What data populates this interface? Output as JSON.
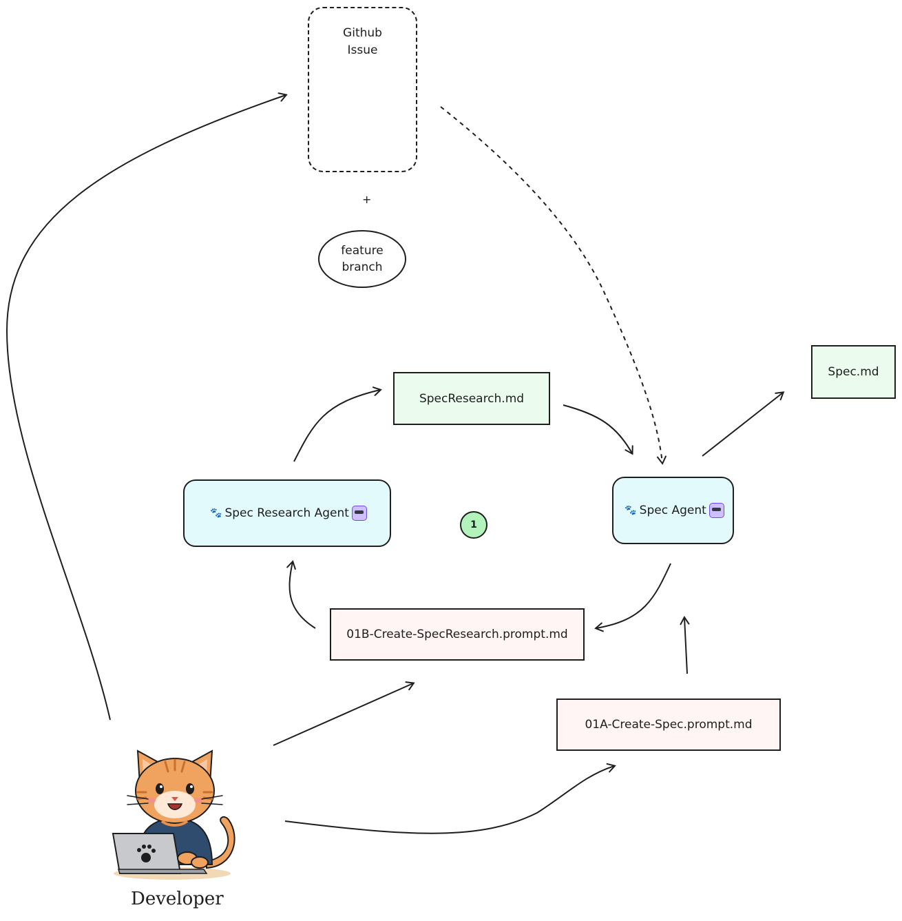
{
  "issue": {
    "line1": "Github",
    "line2": "Issue"
  },
  "plus": "+",
  "branch": {
    "line1": "feature",
    "line2": "branch"
  },
  "spec_research_file": "SpecResearch.md",
  "spec_file": "Spec.md",
  "spec_research_agent": "Spec Research Agent",
  "spec_agent": "Spec Agent",
  "prompt_b": "01B-Create-SpecResearch.prompt.md",
  "prompt_a": "01A-Create-Spec.prompt.md",
  "badge": "1",
  "developer": "Developer",
  "icons": {
    "paw": "paw-prints-icon",
    "robot": "robot-icon",
    "developer": "cat-developer-icon"
  },
  "colors": {
    "file_green": "#ebfbee",
    "file_pink": "#fff5f5",
    "agent_fill": "#e3fafc",
    "badge_fill": "#b2f2bb",
    "stroke": "#1e1e1e"
  }
}
